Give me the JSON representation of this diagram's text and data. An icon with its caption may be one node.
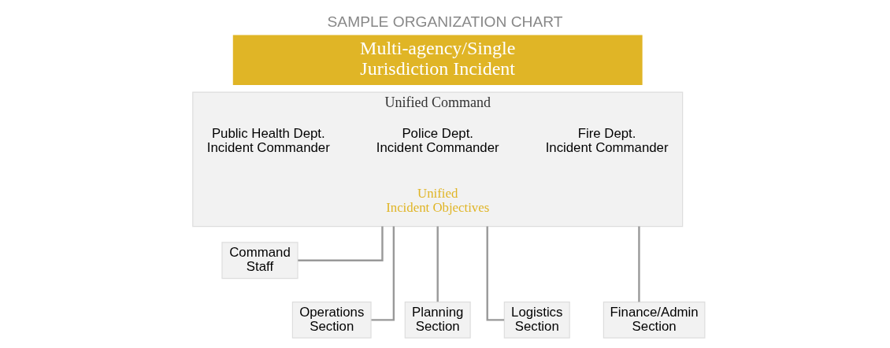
{
  "diagram": {
    "title": "SAMPLE ORGANIZATION CHART",
    "nodes": [
      {
        "text": [
          "Multi-agency/Single Jurisdiction Incident"
        ]
      },
      {
        "text": [
          "Unified Command"
        ]
      },
      {
        "text": [
          "Fire Dept. Incident Commander"
        ],
        "in": 1
      },
      {
        "text": [
          "Police Dept. Incident Commander"
        ],
        "in": 1
      },
      {
        "text": [
          "Public Health Dept. Incident Commander"
        ],
        "in": 1
      },
      {
        "text": [
          "Unified Incident Objectives"
        ],
        "in": 1
      },
      {
        "text": [
          "Command Staff"
        ]
      },
      {
        "text": [
          "Operations Section"
        ]
      },
      {
        "text": [
          "Planning Section"
        ]
      },
      {
        "text": [
          "Logistics Section"
        ]
      },
      {
        "text": [
          "Finance/Admin Section"
        ]
      }
    ],
    "edges": [
      {
        "from": 1,
        "to": 6,
        "arrow": "none"
      },
      {
        "from": 1,
        "to": 7,
        "arrow": "none"
      },
      {
        "from": 1,
        "to": 8,
        "arrow": "none"
      },
      {
        "from": 1,
        "to": 9,
        "arrow": "none"
      },
      {
        "from": 1,
        "to": 10,
        "arrow": "none"
      }
    ]
  }
}
